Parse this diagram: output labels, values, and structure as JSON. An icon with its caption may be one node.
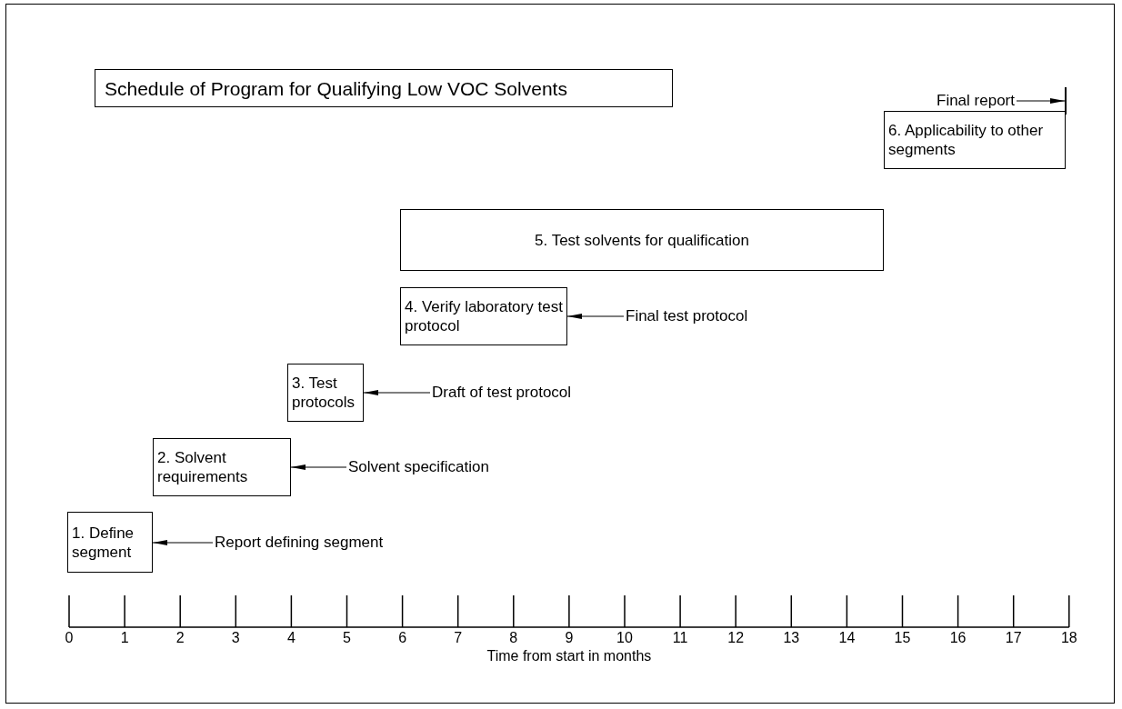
{
  "diagram": {
    "title": "Schedule of Program for Qualifying Low VOC Solvents",
    "nodes": [
      {
        "text": [
          "Final report"
        ]
      },
      {
        "text": [],
        "shape": "bar"
      },
      {
        "text": [
          "6. Applicability to other segments"
        ]
      },
      {
        "text": [
          "5. Test solvents for qualification"
        ]
      },
      {
        "text": [
          "4. Verify laboratory test protocol"
        ]
      },
      {
        "text": [
          "Final test protocol"
        ]
      },
      {
        "text": [
          "3. Test protocols"
        ]
      },
      {
        "text": [
          "Draft of test protocol"
        ]
      },
      {
        "text": [
          "2. Solvent requirements"
        ]
      },
      {
        "text": [
          "Solvent specification"
        ]
      },
      {
        "text": [
          "1. Define segment"
        ]
      },
      {
        "text": [
          "Report defining segment"
        ]
      }
    ],
    "edges": [
      {
        "from": 0,
        "to": 1,
        "arrow": "to"
      },
      {
        "from": 5,
        "to": 4,
        "arrow": "to"
      },
      {
        "from": 7,
        "to": 6,
        "arrow": "to"
      },
      {
        "from": 9,
        "to": 8,
        "arrow": "to"
      },
      {
        "from": 11,
        "to": 10,
        "arrow": "to"
      }
    ],
    "labels": [
      "0",
      "1",
      "2",
      "3",
      "4",
      "5",
      "6",
      "7",
      "8",
      "9",
      "10",
      "11",
      "12",
      "13",
      "14",
      "15",
      "16",
      "17",
      "18",
      "Time from start in months"
    ]
  }
}
